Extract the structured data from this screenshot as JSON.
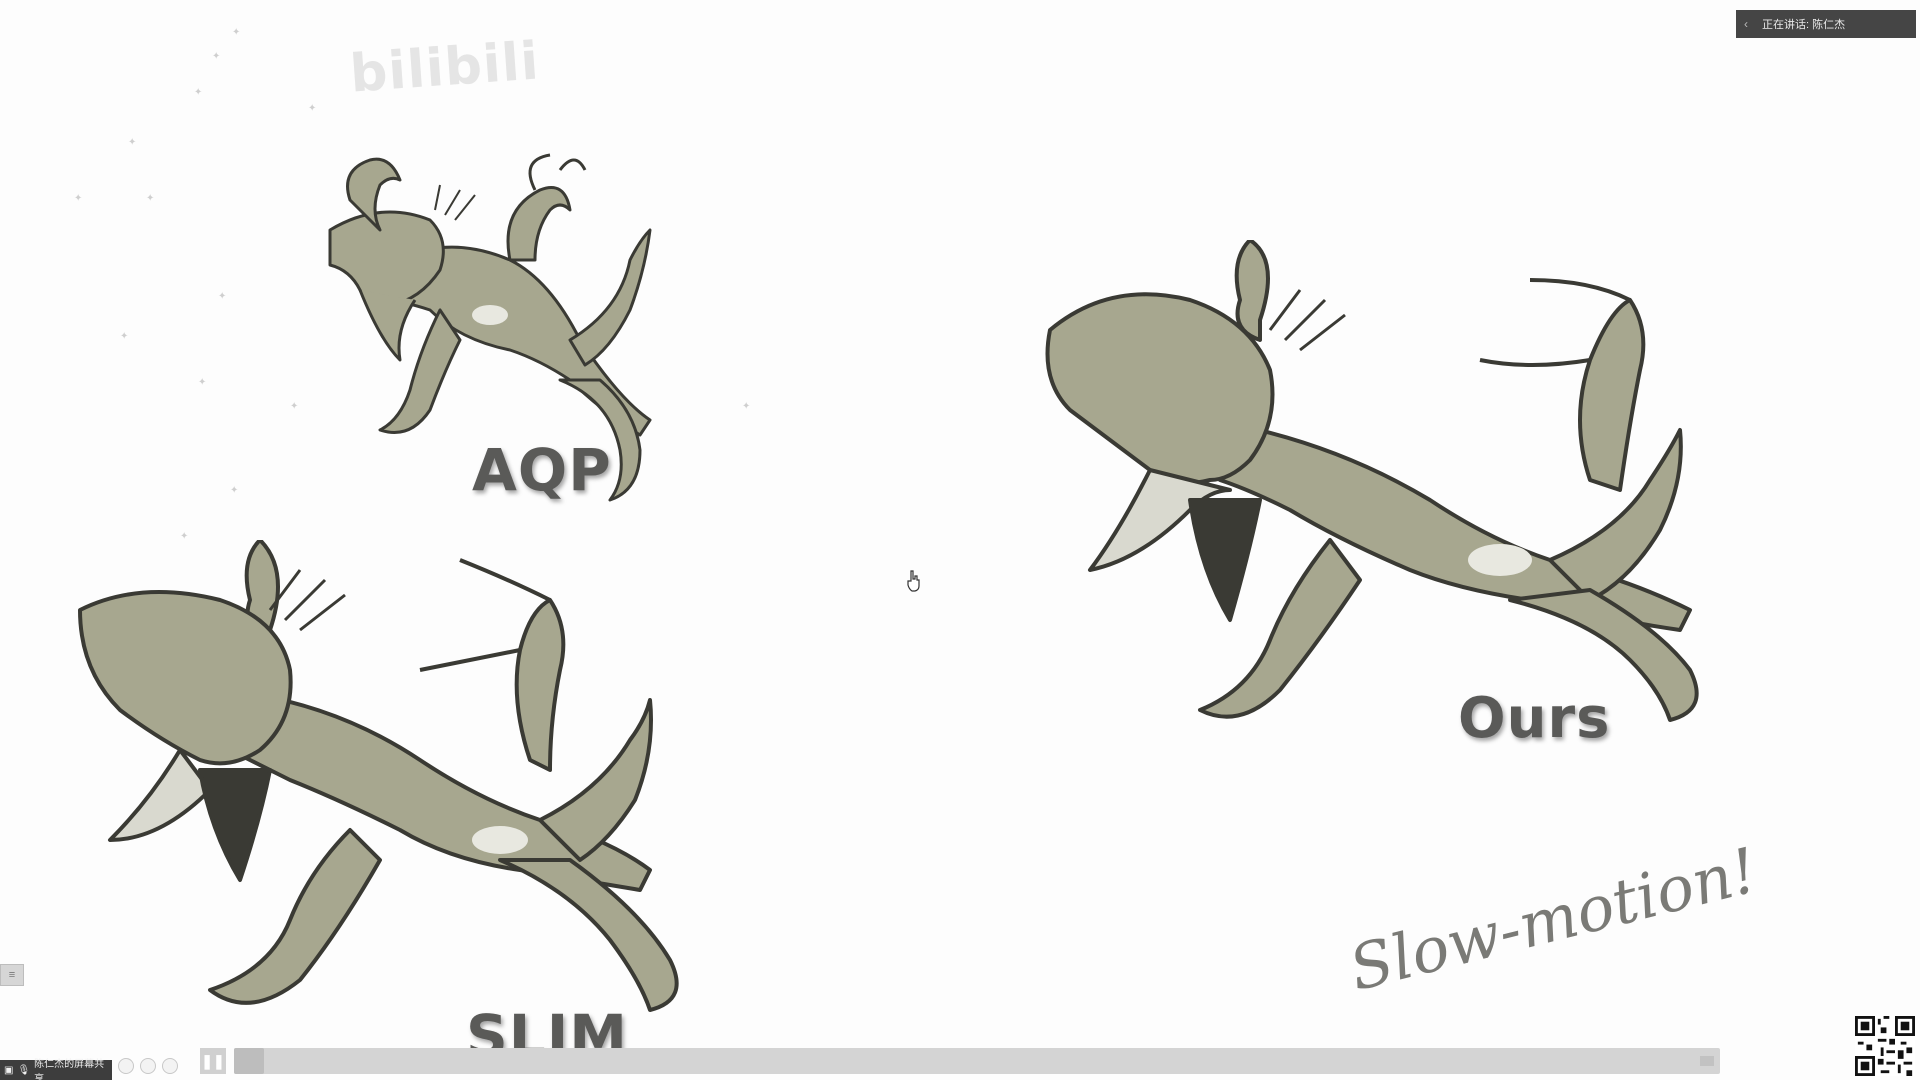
{
  "app": {
    "speaker_label": "正在讲话: 陈仁杰",
    "watermark": "bilibili",
    "share_label": "陈仁杰的屏幕共享"
  },
  "slide": {
    "label_aqp": "AQP",
    "label_ours": "Ours",
    "label_slim": "SLIM",
    "caption": "Slow-motion!"
  },
  "player": {
    "progress": 0.02
  },
  "colors": {
    "creature_fill": "#a7a78f",
    "creature_outline": "#3a3a34",
    "speaker_bar": "#454545",
    "label_text": "#5a5a58"
  }
}
